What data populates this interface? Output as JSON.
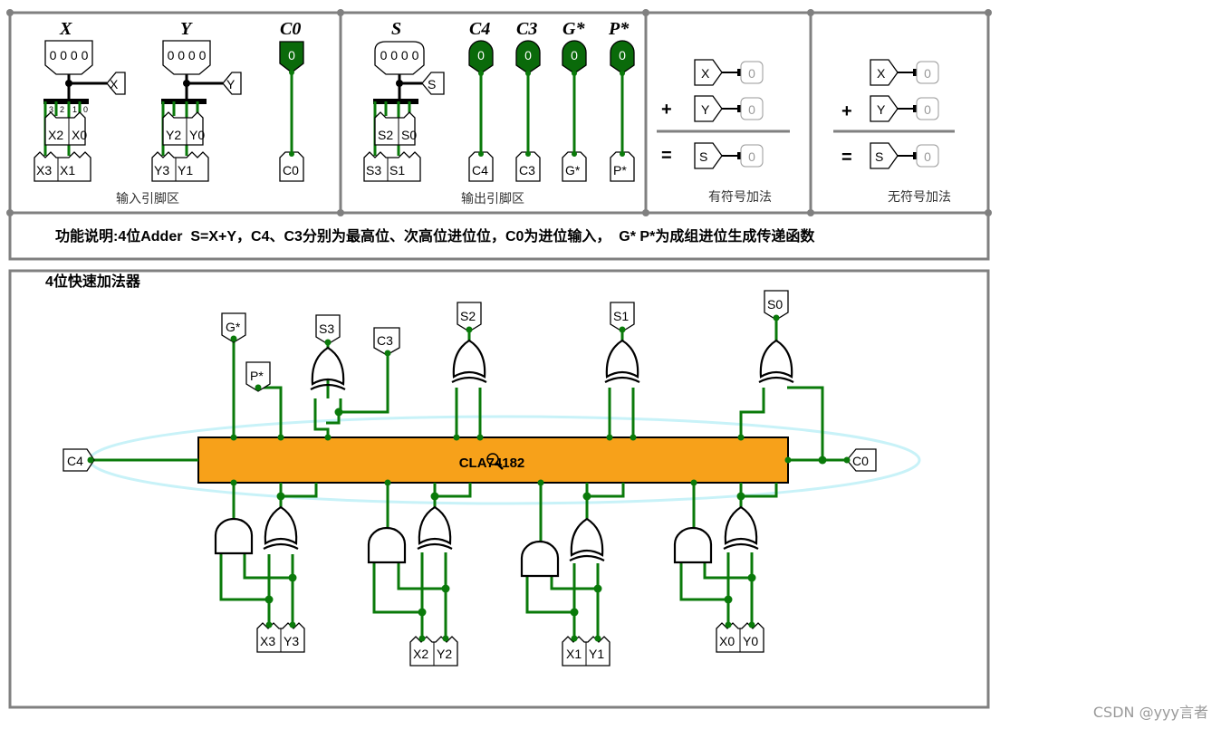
{
  "top": {
    "headers": {
      "X": "X",
      "Y": "Y",
      "C0": "C0",
      "S": "S",
      "C4": "C4",
      "C3": "C3",
      "G": "G*",
      "P": "P*"
    },
    "splitter_value": "0 0 0 0",
    "led_value": "0",
    "split_bits": [
      "3",
      "2",
      "1",
      "0"
    ],
    "pins": {
      "X2": "X2",
      "X0": "X0",
      "X3": "X3",
      "X1": "X1",
      "Y2": "Y2",
      "Y0": "Y0",
      "Y3": "Y3",
      "Y1": "Y1",
      "S2": "S2",
      "S0": "S0",
      "S3": "S3",
      "S1": "S1",
      "X": "X",
      "Y": "Y",
      "S": "S",
      "C0": "C0",
      "C4": "C4",
      "C3": "C3",
      "G": "G*",
      "P": "P*"
    },
    "input_area_label": "输入引脚区",
    "output_area_label": "输出引脚区",
    "signed_label": "有符号加法",
    "unsigned_label": "无符号加法",
    "plus": "+",
    "equals": "="
  },
  "description": "功能说明:4位Adder  S=X+Y，C4、C3分别为最高位、次高位进位位，C0为进位输入，  G* P*为成组进位生成传递函数",
  "circuit": {
    "title": "4位快速加法器",
    "chip_label": "CLA74182",
    "pins": {
      "G": "G*",
      "P": "P*",
      "S3": "S3",
      "C3": "C3",
      "S2": "S2",
      "S1": "S1",
      "S0": "S0",
      "C4": "C4",
      "C0": "C0",
      "X3": "X3",
      "Y3": "Y3",
      "X2": "X2",
      "Y2": "Y2",
      "X1": "X1",
      "Y1": "Y1",
      "X0": "X0",
      "Y0": "Y0"
    }
  },
  "watermark": "CSDN @yyy言者",
  "colors": {
    "wire": "#0a7a0a",
    "chip": "#f7a11a",
    "frame": "#808080",
    "highlight": "#c8f2f8"
  }
}
